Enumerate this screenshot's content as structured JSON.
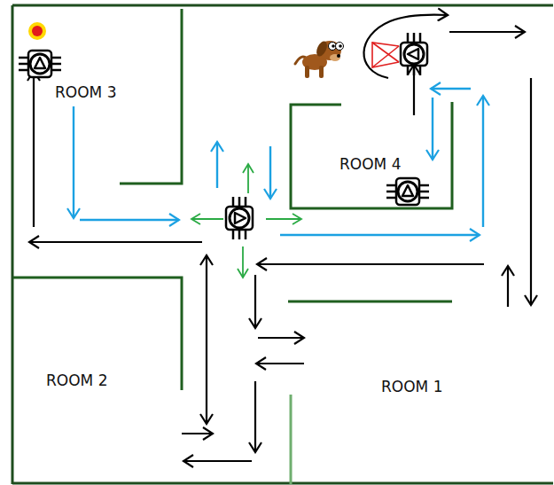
{
  "diagram": {
    "labels": [
      "ROOM 3",
      "ROOM 4",
      "ROOM 2",
      "ROOM 1"
    ]
  }
}
